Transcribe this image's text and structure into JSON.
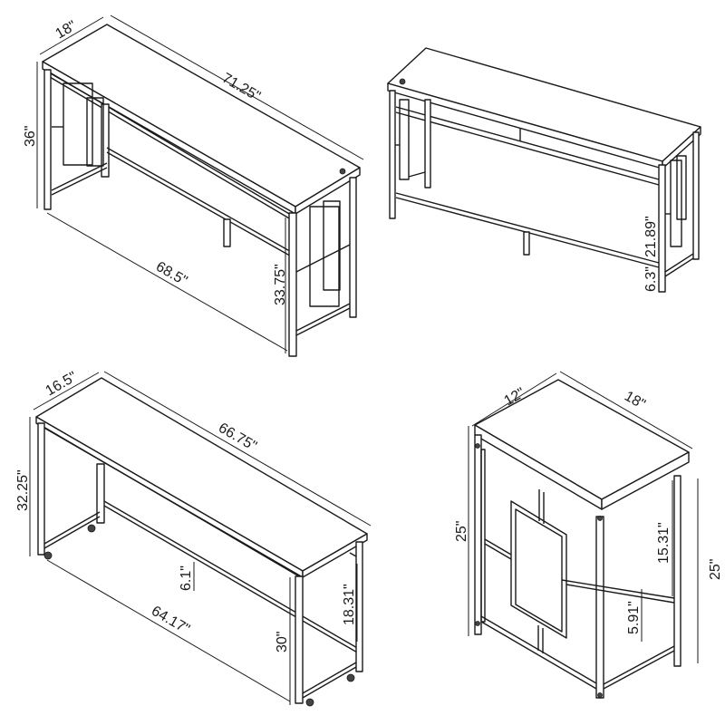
{
  "diagram": {
    "type": "furniture-dimension-drawings",
    "panels": [
      {
        "id": "bar-table-top-left",
        "description": "Sofa/bar table with geometric side panels, front view",
        "labels": {
          "depth": "18\"",
          "length": "71.25\"",
          "height": "36\"",
          "inner_length": "68.5\"",
          "clearance_height": "33.75\""
        }
      },
      {
        "id": "bar-table-top-right",
        "description": "Same bar table, rear view with lower shelf rail",
        "labels": {
          "rail_gap": "21.89\"",
          "rail_height": "6.3\""
        }
      },
      {
        "id": "rolling-desk-bottom-left",
        "description": "Rolling desk on casters",
        "labels": {
          "depth": "16.5\"",
          "length": "66.75\"",
          "height": "32.25\"",
          "apron": "6.1\"",
          "inner_length": "64.17\"",
          "inner_height": "18.31\"",
          "clearance_height": "30\""
        }
      },
      {
        "id": "stool-bottom-right",
        "description": "Stool with geometric side panel",
        "labels": {
          "depth": "12\"",
          "width": "18\"",
          "height_left": "25\"",
          "height_right": "25\"",
          "upper_gap": "15.31\"",
          "lower_gap": "5.91\""
        }
      }
    ]
  }
}
